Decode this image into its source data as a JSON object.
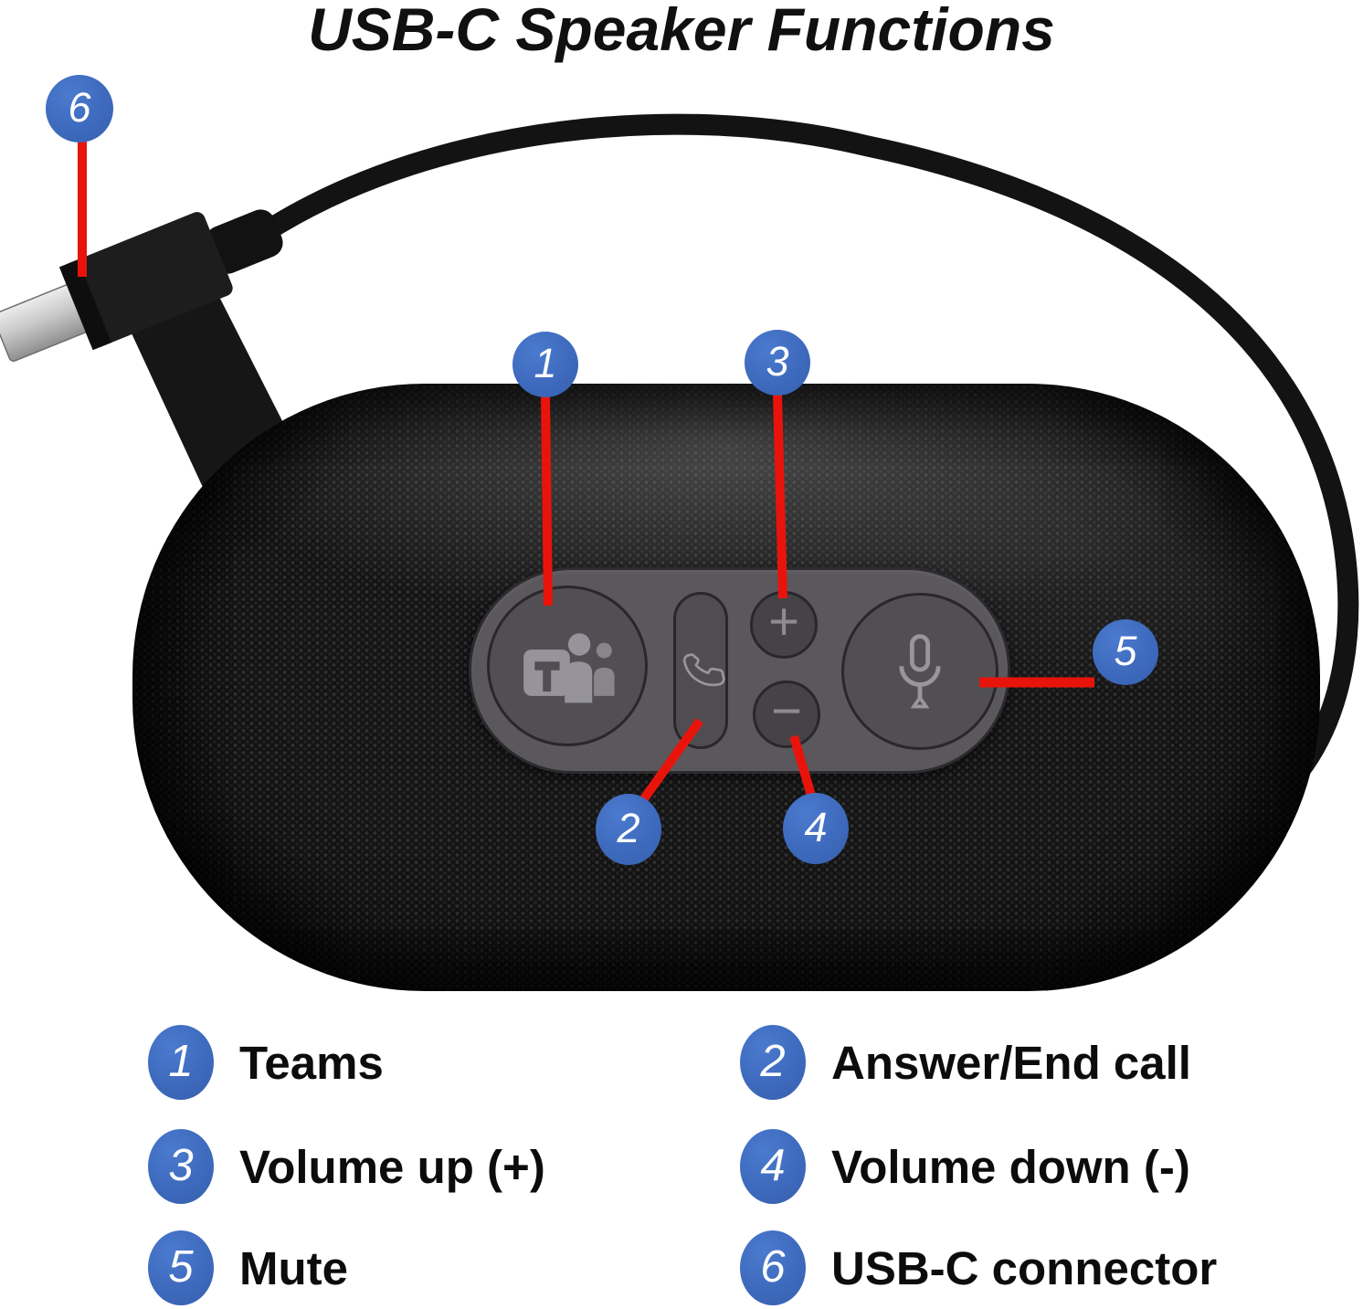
{
  "title": "USB-C Speaker Functions",
  "colors": {
    "badge_blue": "#3e6abd",
    "leader_line_red": "#e8140c",
    "device_black": "#141414",
    "panel_gray": "#5a585c",
    "icon_gray": "#98969b",
    "usb_tip_silver": "#c9c9c9",
    "title_color": "#101010"
  },
  "callouts": [
    {
      "num": "1",
      "target": "teams-button"
    },
    {
      "num": "2",
      "target": "answer-end-call-button"
    },
    {
      "num": "3",
      "target": "volume-up-button"
    },
    {
      "num": "4",
      "target": "volume-down-button"
    },
    {
      "num": "5",
      "target": "mute-button"
    },
    {
      "num": "6",
      "target": "usb-c-connector"
    }
  ],
  "device": {
    "buttons": {
      "volume_up_glyph": "+",
      "volume_down_glyph": "−"
    }
  },
  "legend": [
    {
      "num": "1",
      "label": "Teams"
    },
    {
      "num": "2",
      "label": "Answer/End call"
    },
    {
      "num": "3",
      "label": "Volume up (+)"
    },
    {
      "num": "4",
      "label": "Volume down (-)"
    },
    {
      "num": "5",
      "label": "Mute"
    },
    {
      "num": "6",
      "label": "USB-C connector"
    }
  ]
}
